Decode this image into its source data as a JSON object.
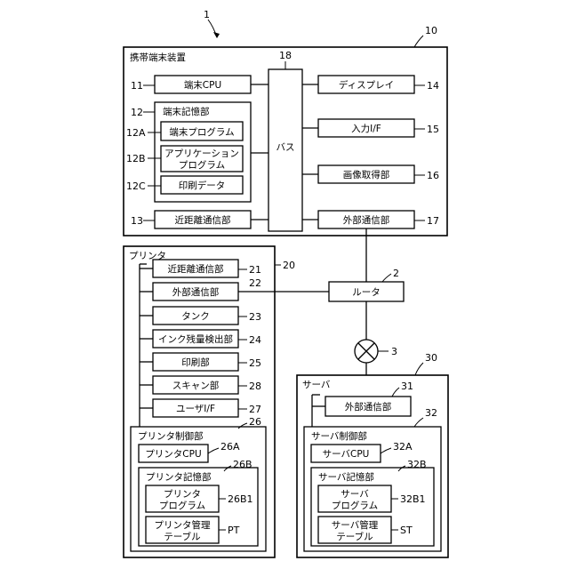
{
  "figure_ref": "1",
  "terminal": {
    "ref": "10",
    "title": "携帯端末装置",
    "cpu": {
      "label": "端末CPU",
      "ref": "11"
    },
    "storage": {
      "label": "端末記憶部",
      "ref": "12"
    },
    "program": {
      "label": "端末プログラム",
      "ref": "12A"
    },
    "app_program": {
      "line1": "アプリケーション",
      "line2": "プログラム",
      "ref": "12B"
    },
    "print_data": {
      "label": "印刷データ",
      "ref": "12C"
    },
    "nfc": {
      "label": "近距離通信部",
      "ref": "13"
    },
    "bus": {
      "label": "バス",
      "ref": "18"
    },
    "display": {
      "label": "ディスプレイ",
      "ref": "14"
    },
    "input_if": {
      "label": "入力I/F",
      "ref": "15"
    },
    "image_acq": {
      "label": "画像取得部",
      "ref": "16"
    },
    "ext_comm": {
      "label": "外部通信部",
      "ref": "17"
    }
  },
  "router": {
    "label": "ルータ",
    "ref": "2"
  },
  "network": {
    "ref": "3"
  },
  "printer": {
    "ref": "20",
    "title": "プリンタ",
    "nfc": {
      "label": "近距離通信部",
      "ref": "21"
    },
    "ext_comm": {
      "label": "外部通信部",
      "ref": "22"
    },
    "tank": {
      "label": "タンク",
      "ref": "23"
    },
    "ink_detect": {
      "label": "インク残量検出部",
      "ref": "24"
    },
    "print_unit": {
      "label": "印刷部",
      "ref": "25"
    },
    "scan_unit": {
      "label": "スキャン部",
      "ref": "28"
    },
    "user_if": {
      "label": "ユーザI/F",
      "ref": "27"
    },
    "control": {
      "label": "プリンタ制御部",
      "ref": "26"
    },
    "cpu": {
      "label": "プリンタCPU",
      "ref": "26A"
    },
    "storage": {
      "label": "プリンタ記憶部",
      "ref": "26B"
    },
    "program": {
      "line1": "プリンタ",
      "line2": "プログラム",
      "ref": "26B1"
    },
    "table": {
      "line1": "プリンタ管理",
      "line2": "テーブル",
      "ref": "PT"
    }
  },
  "server": {
    "ref": "30",
    "title": "サーバ",
    "ext_comm": {
      "label": "外部通信部",
      "ref": "31"
    },
    "control": {
      "label": "サーバ制御部",
      "ref": "32"
    },
    "cpu": {
      "label": "サーバCPU",
      "ref": "32A"
    },
    "storage": {
      "label": "サーバ記憶部",
      "ref": "32B"
    },
    "program": {
      "line1": "サーバ",
      "line2": "プログラム",
      "ref": "32B1"
    },
    "table": {
      "line1": "サーバ管理",
      "line2": "テーブル",
      "ref": "ST"
    }
  }
}
